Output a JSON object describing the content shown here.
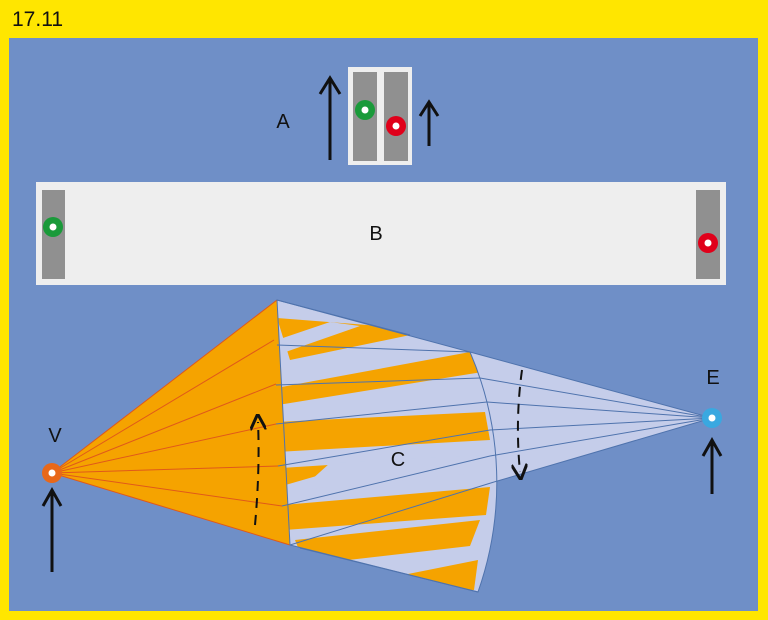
{
  "figure": {
    "title": "17.11",
    "labels": {
      "a": "A",
      "b": "B",
      "c": "C",
      "v": "V",
      "e": "E"
    }
  },
  "colors": {
    "frame": "#ffe600",
    "background": "#6f8fc7",
    "panel_white": "#eeeeee",
    "strip_gray": "#909090",
    "orange": "#f5a300",
    "light_blue": "#c5cdea",
    "grid_line": "#4f73ad",
    "marker_green": "#1a9a3a",
    "marker_red": "#e0001a",
    "marker_orange": "#e8681a",
    "marker_blue": "#3aa8e0"
  }
}
